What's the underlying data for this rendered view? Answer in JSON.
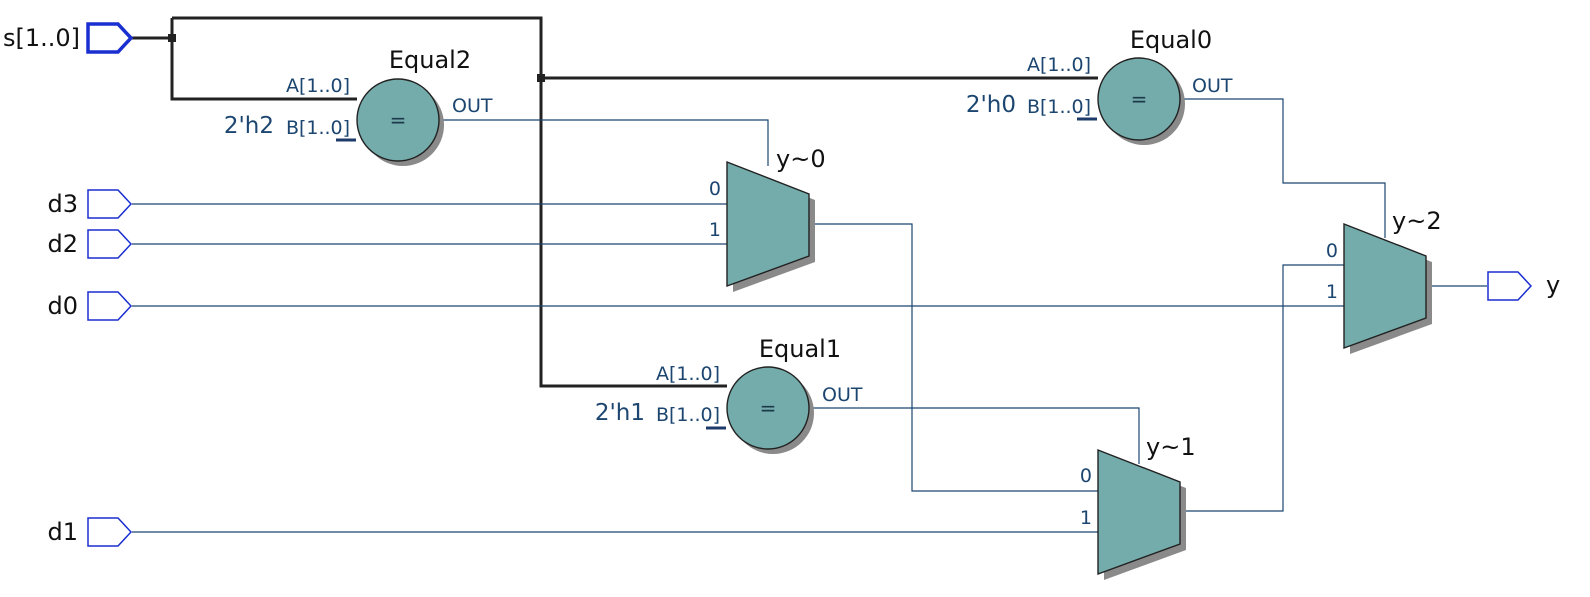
{
  "inputs": {
    "s": "s[1..0]",
    "d3": "d3",
    "d2": "d2",
    "d0": "d0",
    "d1": "d1"
  },
  "outputs": {
    "y": "y"
  },
  "comparators": {
    "equal2": {
      "name": "Equal2",
      "symbol": "=",
      "port_a": "A[1..0]",
      "port_b": "B[1..0]",
      "port_out": "OUT",
      "const": "2'h2"
    },
    "equal0": {
      "name": "Equal0",
      "symbol": "=",
      "port_a": "A[1..0]",
      "port_b": "B[1..0]",
      "port_out": "OUT",
      "const": "2'h0"
    },
    "equal1": {
      "name": "Equal1",
      "symbol": "=",
      "port_a": "A[1..0]",
      "port_b": "B[1..0]",
      "port_out": "OUT",
      "const": "2'h1"
    }
  },
  "muxes": {
    "y0": {
      "name": "y~0",
      "in0": "0",
      "in1": "1"
    },
    "y1": {
      "name": "y~1",
      "in0": "0",
      "in1": "1"
    },
    "y2": {
      "name": "y~2",
      "in0": "0",
      "in1": "1"
    }
  },
  "colors": {
    "component_fill": "#74abab",
    "wire": "#1c4670",
    "bus": "#222222",
    "pin_outline": "#1a2fd0"
  }
}
